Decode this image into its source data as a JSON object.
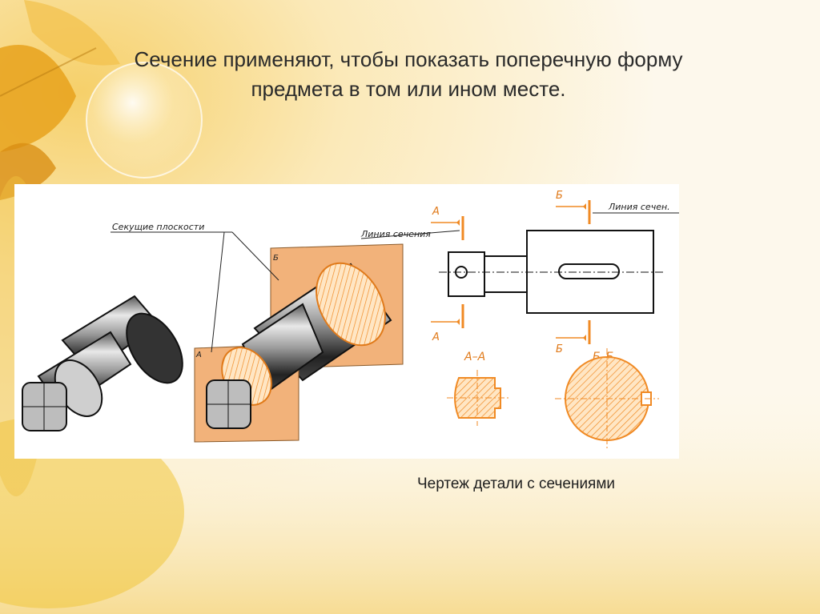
{
  "slide": {
    "title_line1": "Сечение применяют, чтобы показать поперечную форму",
    "title_line2": "предмета в том или ином месте.",
    "caption": "Чертеж детали с сечениями"
  },
  "figure": {
    "cutting_planes_label": "Секущие   плоскости",
    "plane_a_letter": "А",
    "plane_b_letter": "Б",
    "section_line_label_a": "Линия сечения",
    "section_line_label_b": "Линия сечен.",
    "arrow_letter_a_top": "А",
    "arrow_letter_a_bottom": "А",
    "arrow_letter_b_top": "Б",
    "arrow_letter_b_bottom": "Б",
    "section_title_aa": "А–А",
    "section_title_bb": "Б–Б"
  },
  "colors": {
    "accent_orange": "#f08a24",
    "hatch_orange": "#f5a040",
    "plane_fill": "#f2b27a",
    "line_dark": "#1a1a1a"
  }
}
